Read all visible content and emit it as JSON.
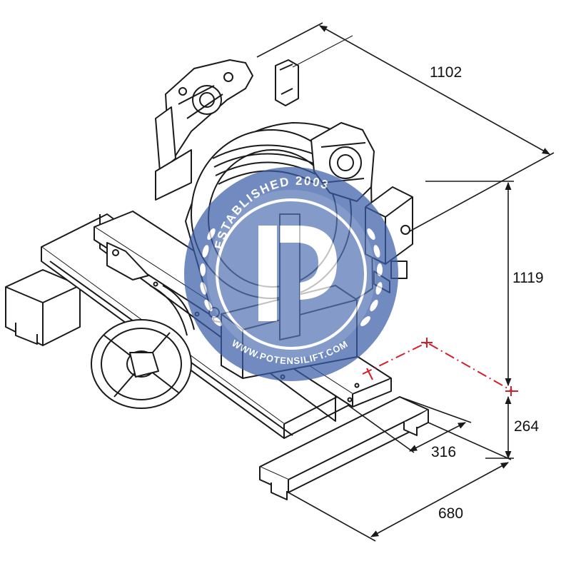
{
  "dimensions": {
    "length_top": "1102",
    "height_upper": "1119",
    "height_lower": "264",
    "offset_mid": "316",
    "width_base": "680"
  },
  "watermark": {
    "ring_text": "ESTABLISHED 2003",
    "url": "WWW.POTENSILIFT.COM",
    "monogram": "P",
    "color": "#3b5fa8"
  },
  "colors": {
    "line": "#1a1a1a",
    "centerline": "#d21f2b"
  }
}
